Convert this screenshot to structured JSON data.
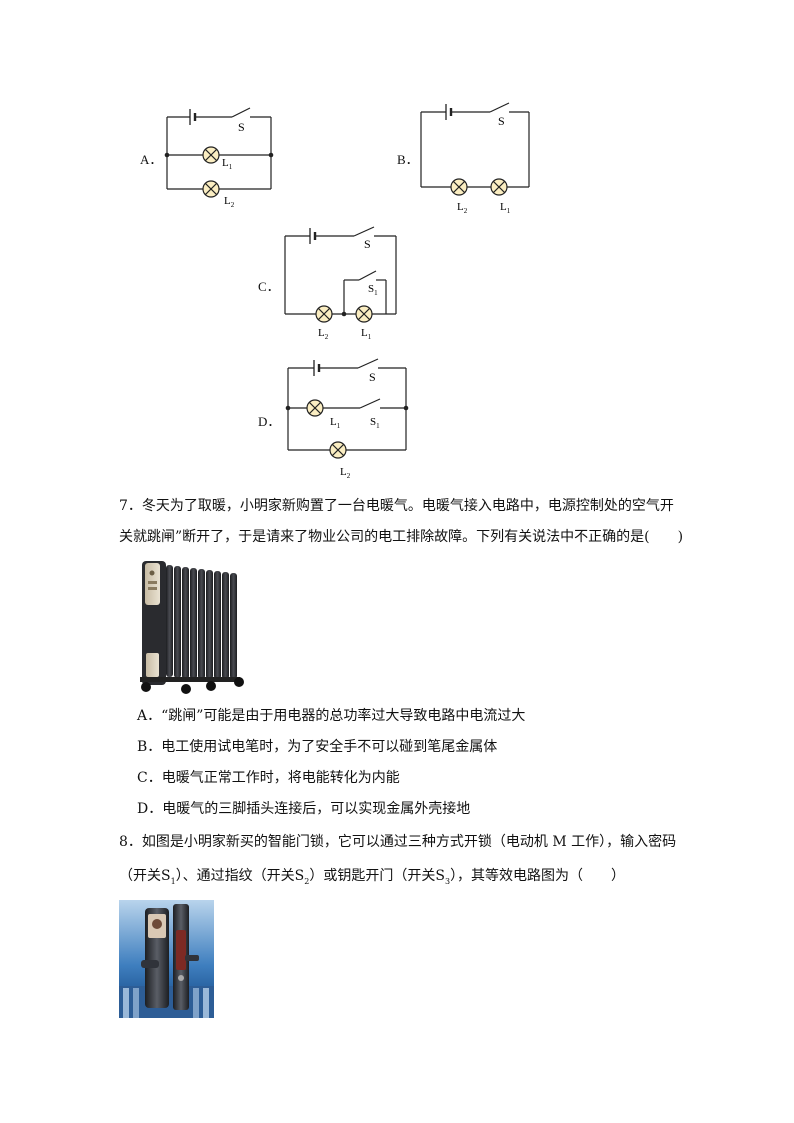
{
  "options_6": {
    "A": {
      "letter": "A．",
      "switch": "S",
      "lamp1": "L",
      "lamp1_sub": "1",
      "lamp2": "L",
      "lamp2_sub": "2"
    },
    "B": {
      "letter": "B．",
      "switch": "S",
      "lamp1": "L",
      "lamp1_sub": "2",
      "lamp2": "L",
      "lamp2_sub": "1"
    },
    "C": {
      "letter": "C．",
      "switch": "S",
      "switch2": "S",
      "switch2_sub": "1",
      "lamp1": "L",
      "lamp1_sub": "2",
      "lamp2": "L",
      "lamp2_sub": "1"
    },
    "D": {
      "letter": "D．",
      "switch": "S",
      "switch2": "S",
      "switch2_sub": "1",
      "lamp1": "L",
      "lamp1_sub": "1",
      "lamp2": "L",
      "lamp2_sub": "2"
    }
  },
  "q7": {
    "line1": "7．冬天为了取暖，小明家新购置了一台电暖气。电暖气接入电路中，电源控制处的空气开",
    "line2": "关就跳闸”断开了，于是请来了物业公司的电工排除故障。下列有关说法中不正确的是(　　)",
    "choices": [
      "A．“跳闸”可能是由于用电器的总功率过大导致电路中电流过大",
      "B．电工使用试电笔时，为了安全手不可以碰到笔尾金属体",
      "C．电暖气正常工作时，将电能转化为内能",
      "D．电暖气的三脚插头连接后，可以实现金属外壳接地"
    ]
  },
  "q8": {
    "line1": "8．如图是小明家新买的智能门锁，它可以通过三种方式开锁（电动机 M 工作），输入密码",
    "line2_a": "（开关S",
    "line2_s1": "1",
    "line2_b": "）、通过指纹（开关S",
    "line2_s2": "2",
    "line2_c": "）或钥匙开门（开关S",
    "line2_s3": "3",
    "line2_d": "），其等效电路图为（　　）"
  }
}
